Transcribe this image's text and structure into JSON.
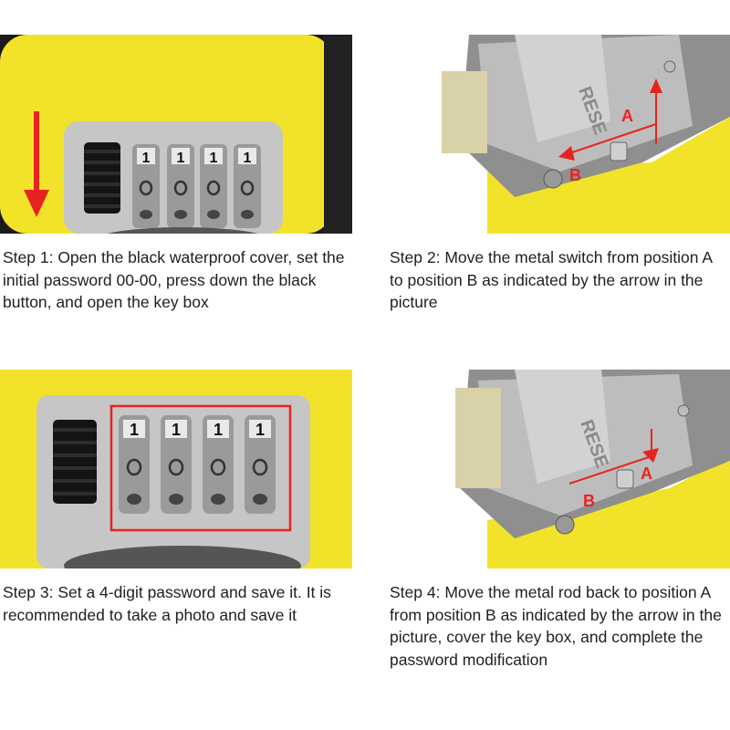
{
  "steps": [
    {
      "caption": "Step 1: Open the black waterproof cover, set the initial password 00-00, press down the black button, and open the key box",
      "photo_icon": "combination-dials-icon",
      "arrow_color": "#e8231f"
    },
    {
      "caption": "Step 2: Move the metal switch from position A to position B as indicated by the arrow in the picture",
      "photo_icon": "reset-switch-icon",
      "stamp": "RESE",
      "label_a": "A",
      "label_b": "B"
    },
    {
      "caption": "Step 3: Set a 4-digit password and save it. It is recommended to take a photo and save it",
      "photo_icon": "combination-dials-icon",
      "highlight_color": "#e8231f"
    },
    {
      "caption": "Step 4: Move the metal rod back to position A from position B as indicated by the arrow in the picture, cover the key box, and complete the password modification",
      "photo_icon": "reset-switch-icon",
      "stamp": "RESE",
      "label_a": "A",
      "label_b": "B"
    }
  ],
  "digits": [
    "1",
    "1",
    "1",
    "1"
  ],
  "colors": {
    "yellow": "#f2e32a",
    "dark": "#1c1c1c",
    "metal": "#c9c9c9",
    "red": "#e8231f"
  }
}
